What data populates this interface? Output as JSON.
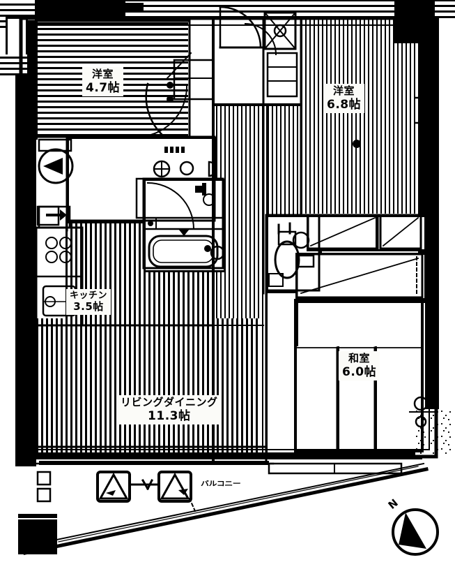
{
  "plan": {
    "type": "japanese-apartment-floor-plan",
    "orientation_marker": "N",
    "rooms": [
      {
        "id": "washitsu-4-7",
        "name": "洋室",
        "size": "4.7帖",
        "kind": "western-room"
      },
      {
        "id": "yoshitsu-6-8",
        "name": "洋室",
        "size": "6.8帖",
        "kind": "western-room"
      },
      {
        "id": "washitsu-6-0",
        "name": "和室",
        "size": "6.0帖",
        "kind": "japanese-room"
      },
      {
        "id": "kitchen-3-5",
        "name": "キッチン",
        "size": "3.5帖",
        "kind": "kitchen"
      },
      {
        "id": "living-11-3",
        "name": "リビングダイニング",
        "size": "11.3帖",
        "kind": "living-dining"
      }
    ],
    "balcony_label": "バルコニー",
    "colors": {
      "ink": "#000000",
      "paper": "#ffffff",
      "label_bg": "#fbfbf8"
    }
  }
}
